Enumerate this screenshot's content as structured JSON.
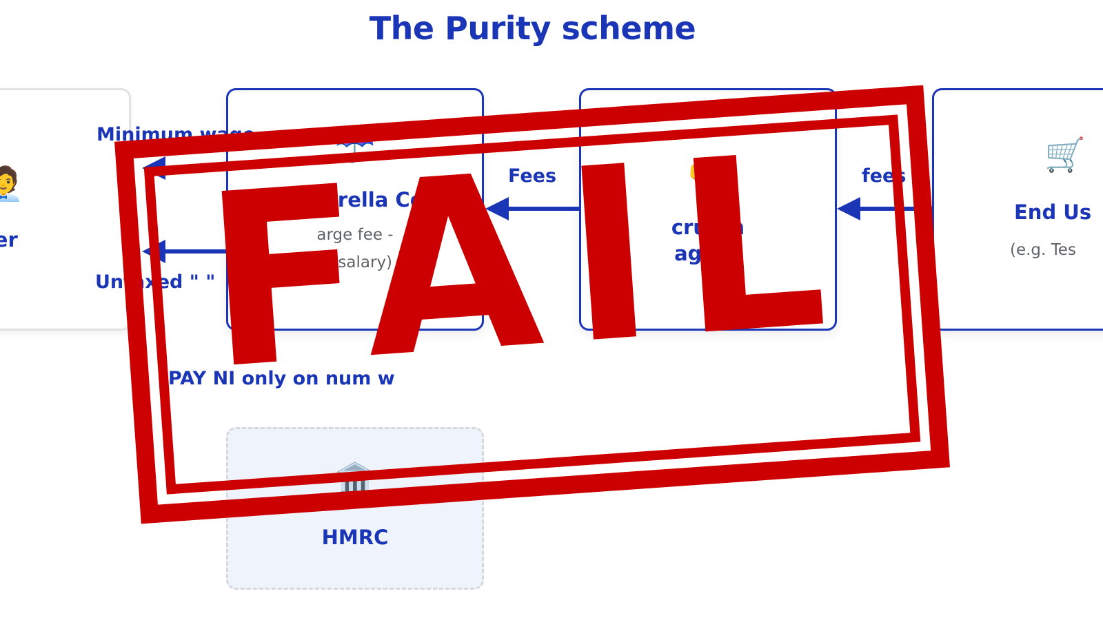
{
  "title": "The Purity scheme",
  "nodes": {
    "worker": {
      "icon": "person-in-suit-icon",
      "icon_glyph": "🧑‍💼",
      "name": "rker"
    },
    "umbrella": {
      "icon": "umbrella-icon",
      "icon_glyph": "☂️",
      "name": "Umbrella Co",
      "sub_line1": "arge fee -",
      "sub_line2": "of salary)"
    },
    "agency": {
      "icon": "handshake-icon",
      "icon_glyph": "🤝",
      "name_line1": "cruitm",
      "name_line2": "agenc"
    },
    "enduser": {
      "icon": "shopping-cart-icon",
      "icon_glyph": "🛒",
      "name": "End Us",
      "sub": "(e.g. Tes"
    },
    "hmrc": {
      "icon": "bank-building-icon",
      "icon_glyph": "🏛️",
      "name": "HMRC"
    }
  },
  "flows": {
    "min_wage_label": "Minimum wage",
    "untaxed_label": "Untaxed \"       \"",
    "fees_label": "Fees",
    "fees_lower_label": "fees",
    "paye_label": "PAY      NI only on        num w    "
  },
  "stamp": {
    "text": "FAIL",
    "color": "#cc0000"
  },
  "colors": {
    "accent": "#1a35b5",
    "stamp": "#cc0000",
    "hmrc_bg": "#eef3fc",
    "muted_text": "#5f6368"
  }
}
